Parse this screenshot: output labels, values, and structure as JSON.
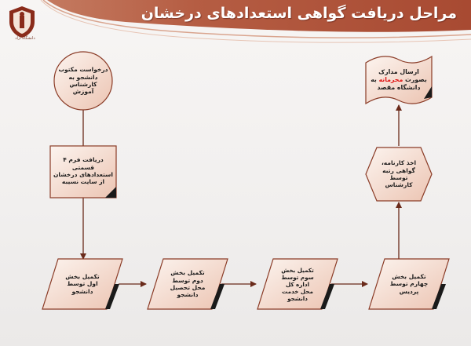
{
  "header": {
    "title": "مراحل دریافت گواهی استعدادهای درخشان",
    "logo_caption": "دانشگاه‌ آزاد"
  },
  "colors": {
    "accent": "#b85a40",
    "node_fill_light": "#fbf1ec",
    "node_fill_dark": "#eec9b8",
    "node_stroke": "#8a3b26",
    "connector": "#6a2a1a"
  },
  "diagram": {
    "nodes": [
      {
        "id": "start",
        "shape": "circle",
        "lines": [
          "درخواست مکتوب",
          "دانشجو به کارشناس",
          "آموزش"
        ]
      },
      {
        "id": "form",
        "shape": "document",
        "lines": [
          "دریافت فرم ۴ قسمتی",
          "استعدادهای درخشان",
          "از سایت نسیبه"
        ]
      },
      {
        "id": "step1",
        "shape": "parallelogram",
        "lines": [
          "تکمیل بخش",
          "اول توسط",
          "دانشجو"
        ]
      },
      {
        "id": "step2",
        "shape": "parallelogram",
        "lines": [
          "تکمیل بخش",
          "دوم توسط",
          "محل تحصیل",
          "دانشجو"
        ]
      },
      {
        "id": "step3",
        "shape": "parallelogram",
        "lines": [
          "تکمیل بخش",
          "سوم توسط",
          "اداره کل",
          "محل خدمت",
          "دانشجو"
        ]
      },
      {
        "id": "step4",
        "shape": "parallelogram",
        "lines": [
          "تکمیل بخش",
          "چهارم توسط",
          "پردیس"
        ]
      },
      {
        "id": "grade",
        "shape": "hexagon",
        "lines": [
          "اخذ کارنامه،",
          "گواهی رتبه",
          "توسط",
          "کارشناس"
        ]
      },
      {
        "id": "send",
        "shape": "tape",
        "line1": "ارسال مدارک",
        "line2_pre": "بصورت ",
        "line2_red": "محرمانه",
        "line2_post": " به",
        "line3": "دانشگاه مقصد"
      }
    ]
  }
}
